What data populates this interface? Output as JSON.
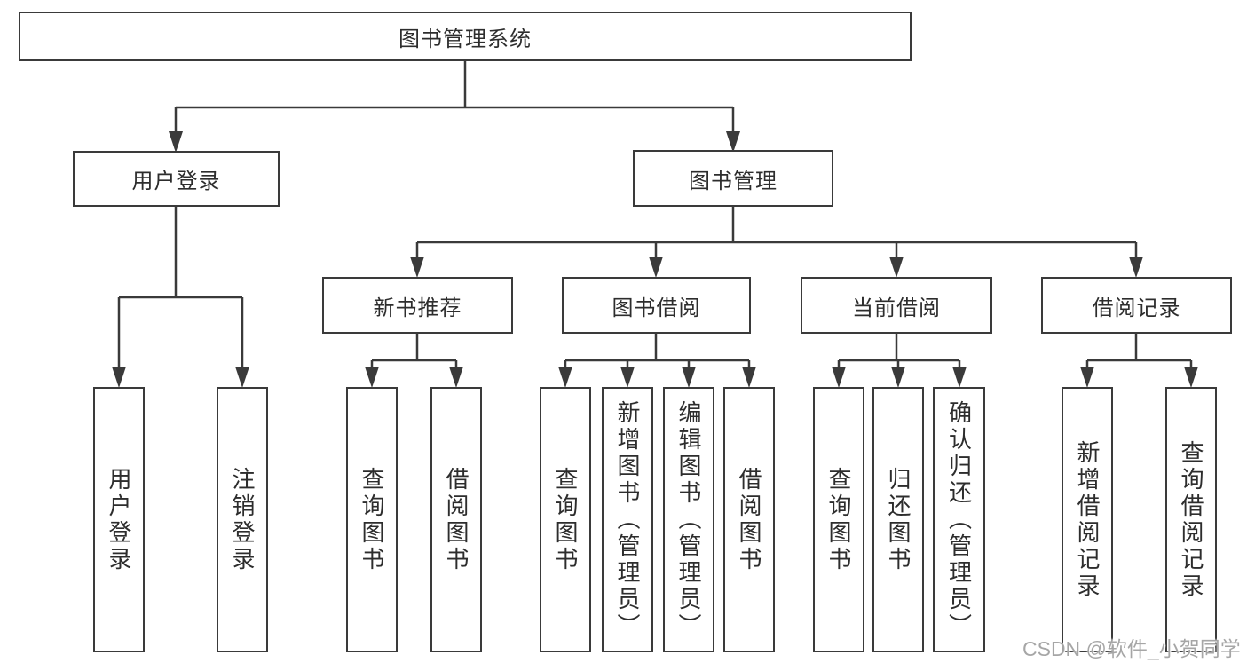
{
  "nodes": {
    "root": "图书管理系统",
    "login_branch": "用户登录",
    "manage_branch": "图书管理",
    "new_book": "新书推荐",
    "borrow": "图书借阅",
    "current": "当前借阅",
    "records": "借阅记录",
    "leaf_user_login": "用户登录",
    "leaf_logout": "注销登录",
    "leaf_nb_query": "查询图书",
    "leaf_nb_borrow": "借阅图书",
    "leaf_bw_query": "查询图书",
    "leaf_bw_add": "新增图书（管理员）",
    "leaf_bw_edit": "编辑图书（管理员）",
    "leaf_bw_borrow": "借阅图书",
    "leaf_cur_query": "查询图书",
    "leaf_cur_return": "归还图书",
    "leaf_cur_confirm": "确认归还（管理员）",
    "leaf_rec_add": "新增借阅记录",
    "leaf_rec_query": "查询借阅记录"
  },
  "watermark": "CSDN @软件_小贺同学",
  "colors": {
    "line": "#3a3a3a",
    "text": "#2d2d2d",
    "watermark": "#9e9e9e",
    "background": "#ffffff"
  }
}
